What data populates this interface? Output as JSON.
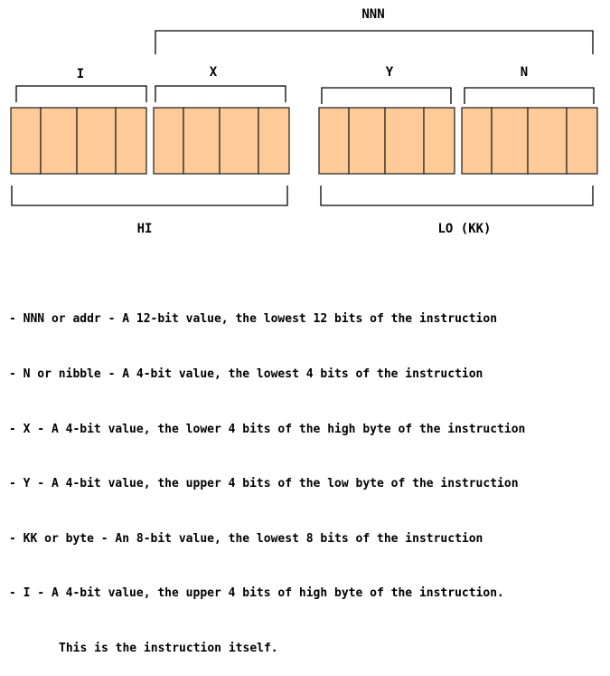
{
  "diagram": {
    "labels": {
      "nnn": "NNN",
      "i": "I",
      "x": "X",
      "y": "Y",
      "n": "N",
      "hi": "HI",
      "lo": "LO (KK)"
    },
    "bits_per_group": 4,
    "colors": {
      "cell_fill": "#fdca98",
      "cell_stroke": "#1a1a1a",
      "bracket": "#000000"
    }
  },
  "legend": {
    "items": [
      "- NNN or addr - A 12-bit value, the lowest 12 bits of the instruction",
      "- N or nibble - A 4-bit value, the lowest 4 bits of the instruction",
      "- X - A 4-bit value, the lower 4 bits of the high byte of the instruction",
      "- Y - A 4-bit value, the upper 4 bits of the low byte of the instruction",
      "- KK or byte - An 8-bit value, the lowest 8 bits of the instruction",
      "- I - A 4-bit value, the upper 4 bits of high byte of the instruction."
    ],
    "continuation": "This is the instruction itself."
  }
}
